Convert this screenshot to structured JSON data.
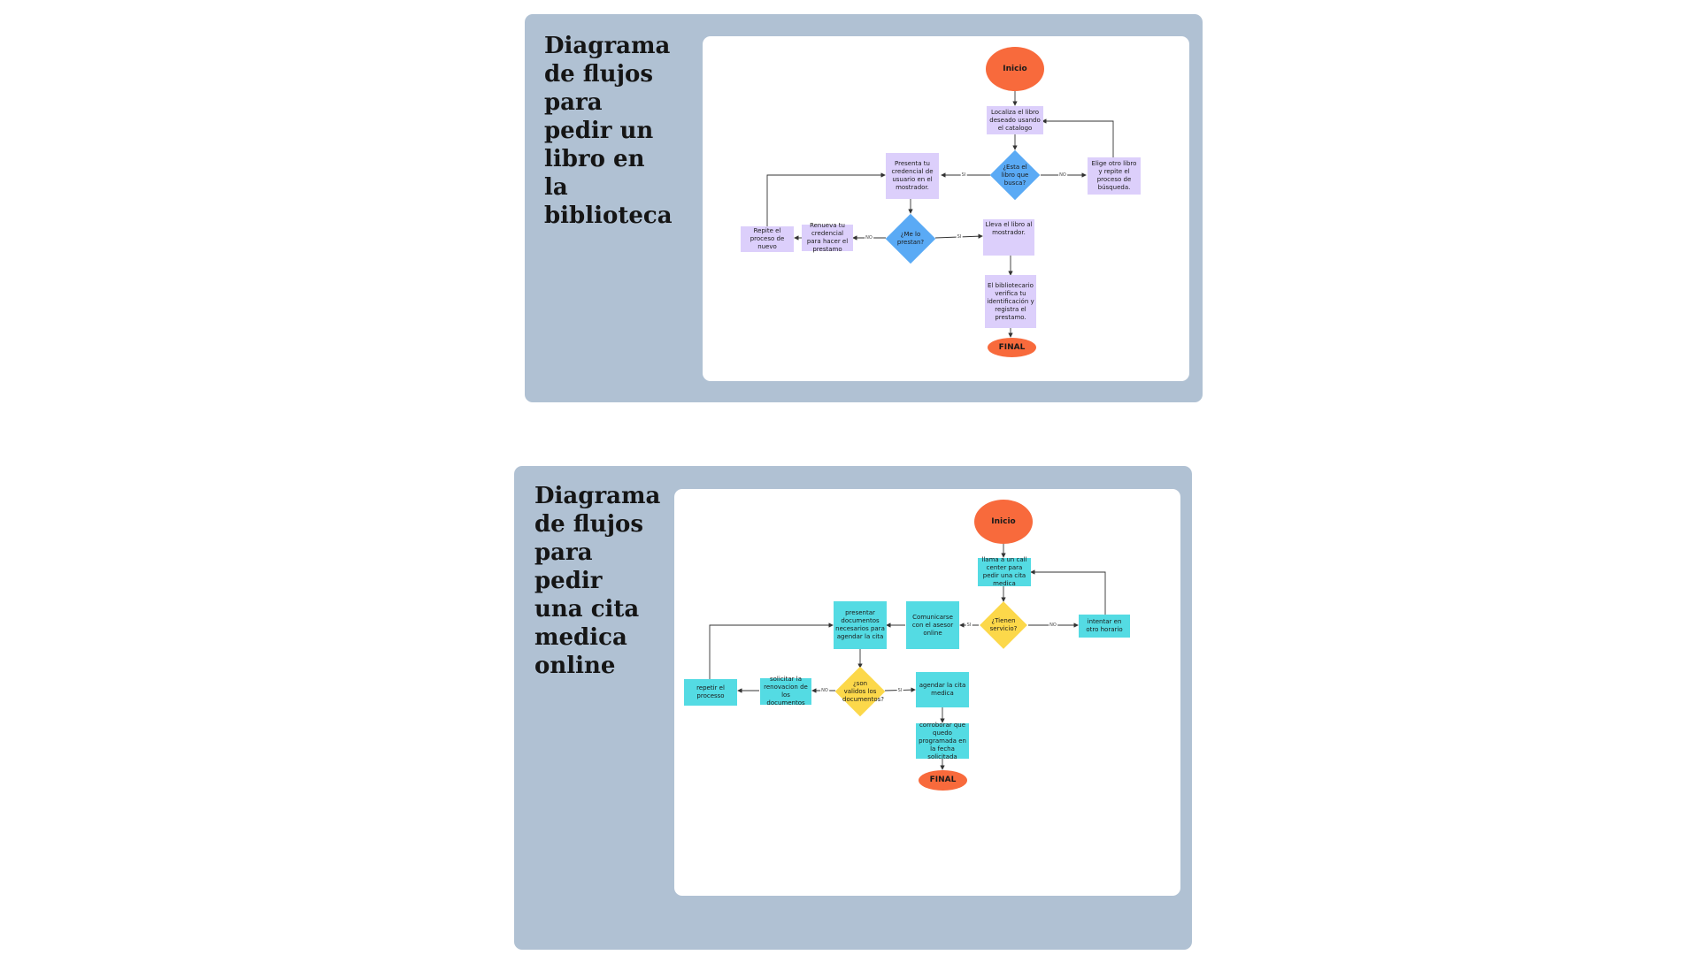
{
  "colors": {
    "panel_bg": "#b0c1d3",
    "canvas_bg": "#ffffff",
    "terminal_orange": "#f86a3c",
    "process_purple": "#dccffb",
    "decision_blue": "#5aaaf5",
    "process_cyan": "#54dbe3",
    "decision_yellow": "#fcd84a",
    "arrow": "#333333"
  },
  "diagram1": {
    "title": "Diagrama de flujos para pedir un libro en la biblioteca",
    "nodes": {
      "inicio": "Inicio",
      "localiza": "Localiza el libro deseado usando el catalogo",
      "esta": "¿Esta el libro que busca?",
      "elige": "Elige otro libro y repite el proceso de búsqueda.",
      "presenta": "Presenta tu credencial de usuario en el mostrador.",
      "melo": "¿Me lo prestan?",
      "renueva": "Renueva tu credencial para hacer el prestamo",
      "repite": "Repite el proceso de nuevo",
      "lleva": "Lleva el libro al mostrador.",
      "bibliotecario": "El bibliotecario verifica tu identificación y registra el prestamo.",
      "final": "FINAL"
    },
    "edge_labels": {
      "no1": "NO",
      "si1": "SI",
      "no2": "NO",
      "si2": "SI"
    }
  },
  "diagram2": {
    "title": "Diagrama de flujos para pedir una cita medica online",
    "nodes": {
      "inicio": "Inicio",
      "llama": "llama a un call center para pedir una cita medica",
      "tienen": "¿Tienen servicio?",
      "intentar": "intentar en otro horario",
      "comunicarse": "Comunicarse con el asesor online",
      "presentar": "presentar documentos necesarios para agendar la cita",
      "validos": "¿son validos los documentos?",
      "solicitar": "solicitar la renovacion de los documentos",
      "repetir": "repetir el processo",
      "agendar": "agendar la cita medica",
      "corroborar": "corroborar que quedo programada en la fecha solicitada",
      "final": "FINAL"
    },
    "edge_labels": {
      "no1": "NO",
      "si1": "SI",
      "no2": "NO",
      "si2": "SI"
    }
  }
}
